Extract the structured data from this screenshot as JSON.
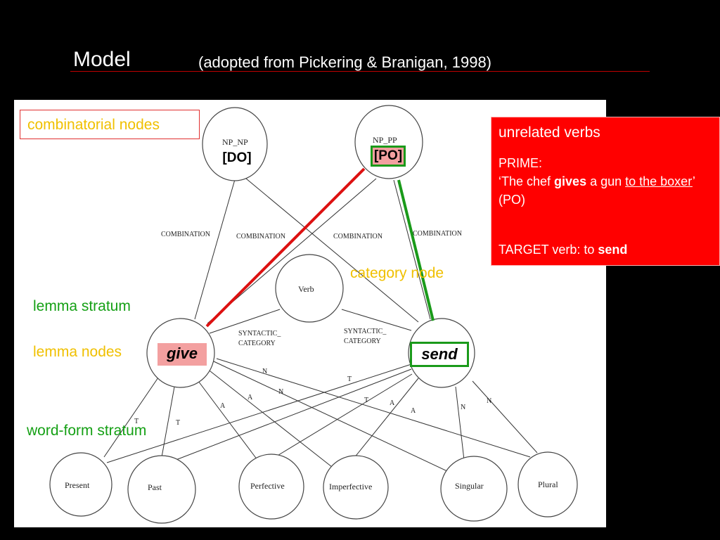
{
  "slide": {
    "title": "Model",
    "subtitle": "(adopted from Pickering & Branigan, 1998)"
  },
  "diagram": {
    "nodes": {
      "np_np": "NP_NP",
      "np_pp": "NP_PP",
      "verb": "Verb",
      "present": "Present",
      "past": "Past",
      "perfective": "Perfective",
      "imperfective": "Imperfective",
      "singular": "Singular",
      "plural": "Plural"
    },
    "edges": {
      "combination_1": "COMBINATION",
      "combination_2": "COMBINATION",
      "combination_3": "COMBINATION",
      "combination_4": "COMBINATION",
      "syntactic_1a": "SYNTACTIC_",
      "syntactic_1b": "CATEGORY",
      "syntactic_2a": "SYNTACTIC_",
      "syntactic_2b": "CATEGORY",
      "t": "T",
      "a": "A",
      "n": "N"
    },
    "tags": {
      "do": "[DO]",
      "po": "[PO]",
      "give": "give",
      "send": "send"
    }
  },
  "labels": {
    "combinatorial_nodes": "combinatorial nodes",
    "category_node": "category node",
    "lemma_stratum": "lemma stratum",
    "lemma_nodes": "lemma nodes",
    "word_form_stratum": "word-form stratum"
  },
  "panel": {
    "heading": "unrelated verbs",
    "prime_label": "PRIME:",
    "quote_open": "‘The chef ",
    "gives": "gives",
    "a_gun": " a gun ",
    "to_the_boxer": "to the boxer",
    "quote_close": "’ (PO)",
    "target_label": "TARGET verb: ",
    "to": "to ",
    "send": "send"
  },
  "colors": {
    "background": "#000000",
    "accent_red": "#ff0000",
    "prime_line": "#dd1111",
    "target_line": "#1a9a1a",
    "label_yellow": "#f0c000",
    "label_green": "#15a015"
  }
}
